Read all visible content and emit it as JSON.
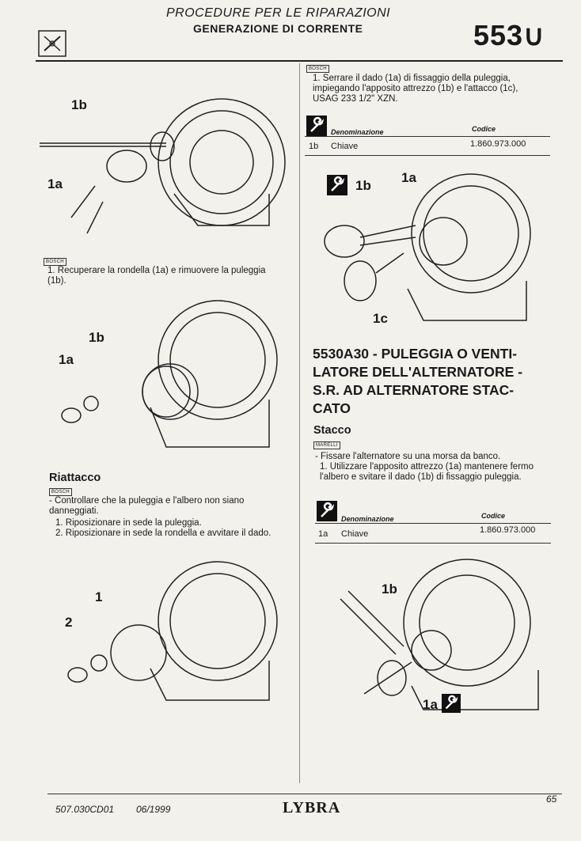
{
  "header": {
    "title": "PROCEDURE PER LE RIPARAZIONI",
    "subtitle": "GENERAZIONE DI CORRENTE",
    "code": "553∪"
  },
  "left": {
    "badge1": "BOSCH",
    "step1": "1. Recuperare la rondella (1a) e rimuovere la puleggia (1b).",
    "riattacco": {
      "title": "Riattacco",
      "badge": "BOSCH",
      "items": [
        "-  Controllare che la puleggia e l'albero non siano danneggiati.",
        "1. Riposizionare in sede la puleggia.",
        "2. Riposizionare in sede la rondella e avvitare il dado."
      ]
    },
    "fig1_labels": [
      "1b",
      "1a"
    ],
    "fig2_labels": [
      "1b",
      "1a"
    ],
    "fig3_labels": [
      "1",
      "2"
    ]
  },
  "right": {
    "badge1": "BOSCH",
    "step1": "1. Serrare il dado (1a) di fissaggio della puleggia, impiegando l'apposito attrezzo (1b) e l'attacco (1c), USAG 233 1/2\" XZN.",
    "table1": {
      "col_name": "Denominazione",
      "col_code": "Codice",
      "rows": [
        {
          "ref": "1b",
          "name": "Chiave",
          "code": "1.860.973.000"
        }
      ]
    },
    "fig1_labels": [
      "1b",
      "1a",
      "1c"
    ],
    "section_title": "5530A30 - PULEGGIA O VENTI-LATORE DELL'ALTERNATORE - S.R. AD ALTERNATORE STAC-CATO",
    "stacco": {
      "title": "Stacco",
      "badge": "MARELLI",
      "items": [
        "-  Fissare l'alternatore su una morsa da banco.",
        "1. Utilizzare l'apposito attrezzo (1a) mantenere fermo l'albero e svitare il dado (1b) di fissaggio puleggia."
      ]
    },
    "table2": {
      "col_name": "Denominazione",
      "col_code": "Codice",
      "rows": [
        {
          "ref": "1a",
          "name": "Chiave",
          "code": "1.860.973.000"
        }
      ]
    },
    "fig2_labels": [
      "1b",
      "1a"
    ]
  },
  "footer": {
    "doc_code": "507.030CD01",
    "date": "06/1999",
    "brand": "LYBRA",
    "page": "65"
  }
}
